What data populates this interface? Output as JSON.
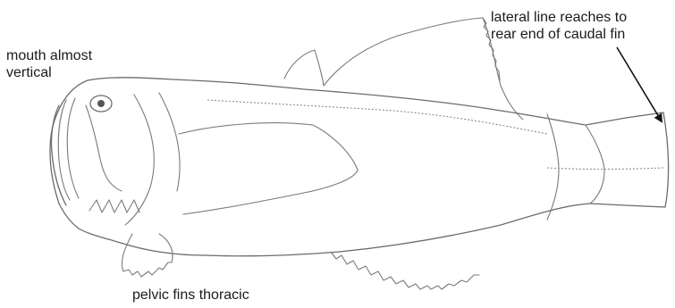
{
  "labels": {
    "mouth": [
      "mouth almost",
      "vertical"
    ],
    "lateral": [
      "lateral line reaches to",
      "rear end of caudal fin"
    ],
    "pelvic": "pelvic fins thoracic"
  },
  "colors": {
    "outline": "#6b6b6b",
    "text": "#1a1a1a",
    "arrow": "#111111"
  }
}
